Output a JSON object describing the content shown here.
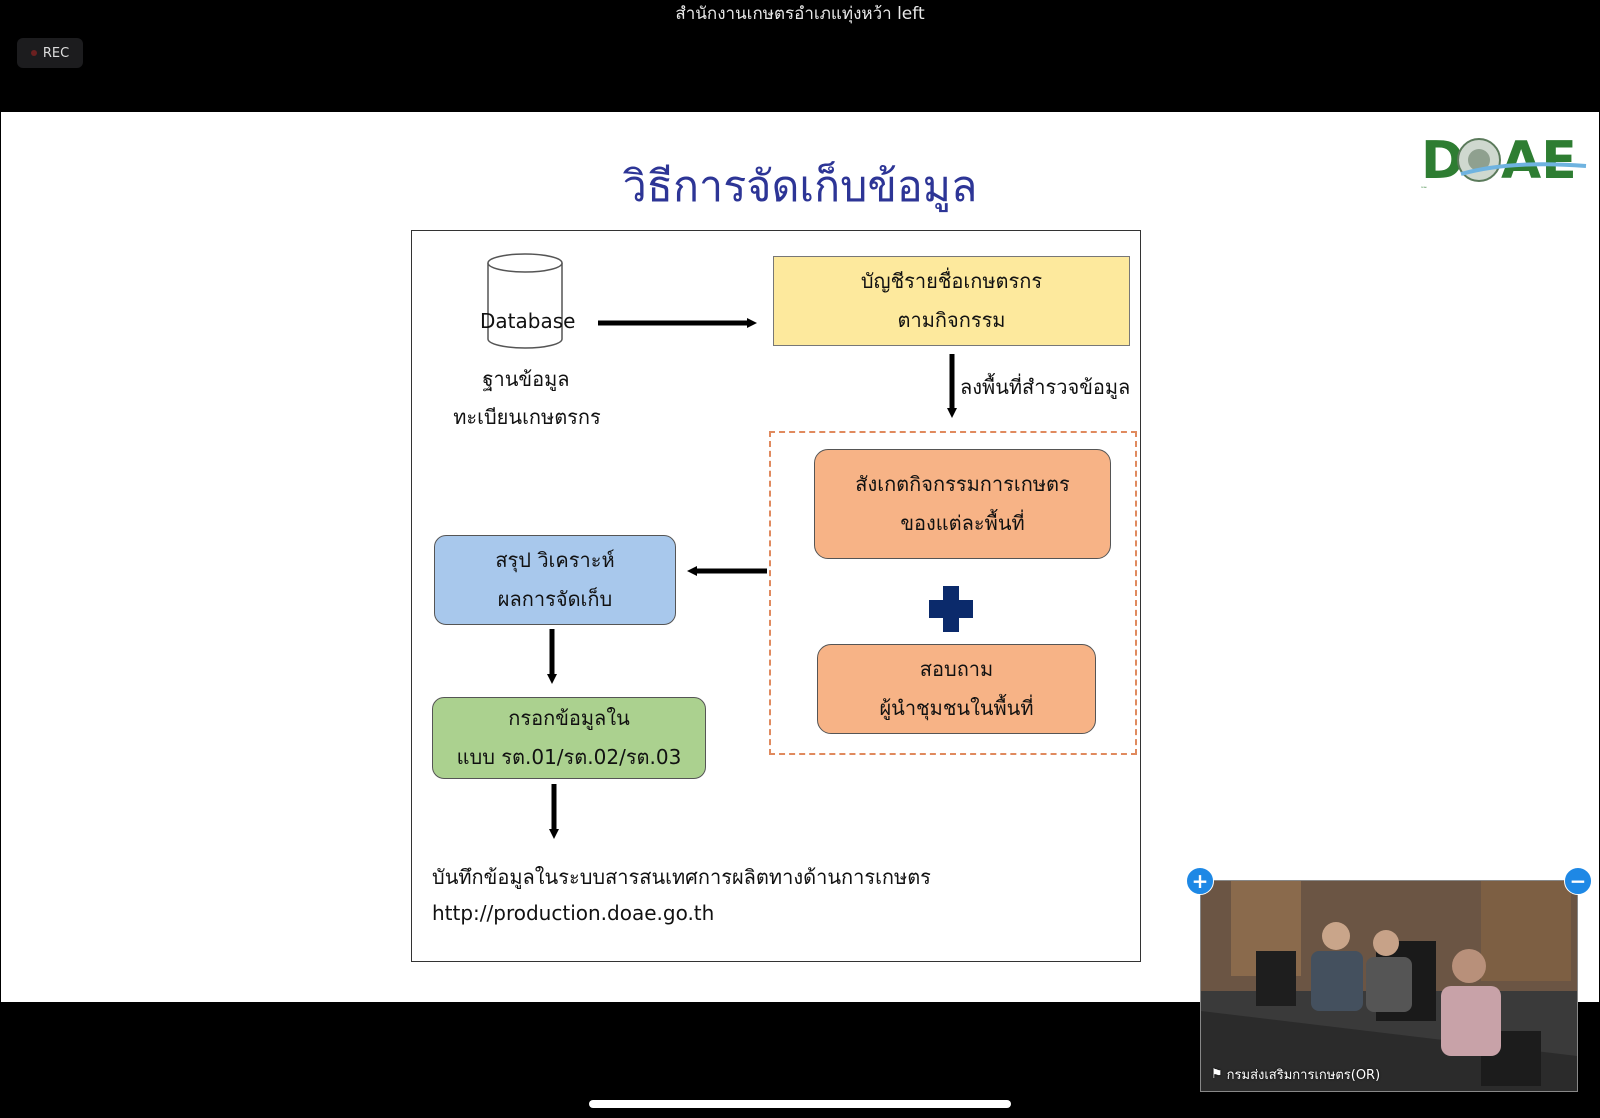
{
  "window": {
    "title": "สำนักงานเกษตรอำเภแทุ่งหว้า left"
  },
  "recording": {
    "label": "REC",
    "dot_color": "#6b2020"
  },
  "slide": {
    "title": "วิธีการจัดเก็บข้อมูล",
    "logo_text": "DOAE",
    "diagram": {
      "database_label": "Database",
      "database_caption": [
        "ฐานข้อมูล",
        "ทะเบียนเกษตรกร"
      ],
      "list_box": [
        "บัญชีรายชื่อเกษตรกร",
        "ตามกิจกรรม"
      ],
      "survey_label": "ลงพื้นที่สำรวจข้อมูล",
      "observe_box": [
        "สังเกตกิจกรรมการเกษตร",
        "ของแต่ละพื้นที่"
      ],
      "ask_box": [
        "สอบถาม",
        "ผู้นำชุมชนในพื้นที่"
      ],
      "summary_box": [
        "สรุป วิเคราะห์",
        "ผลการจัดเก็บ"
      ],
      "fill_box": [
        "กรอกข้อมูลใน",
        "แบบ รต.01/รต.02/รต.03"
      ],
      "record_text": "บันทึกข้อมูลในระบบสารสนเทศการผลิตทางด้านการเกษตร",
      "url_text": "http://production.doae.go.th"
    }
  },
  "participant": {
    "name": "กรมส่งเสริมการเกษตร(OR)",
    "add_label": "+",
    "minimize_label": "−"
  },
  "colors": {
    "title": "#2d3596",
    "list_fill": "#fde99d",
    "orange_fill": "#f7b386",
    "blue_fill": "#a8c8ec",
    "green_fill": "#abd18f",
    "plus_sign": "#0b2a6b",
    "button_blue": "#1e88e5"
  }
}
